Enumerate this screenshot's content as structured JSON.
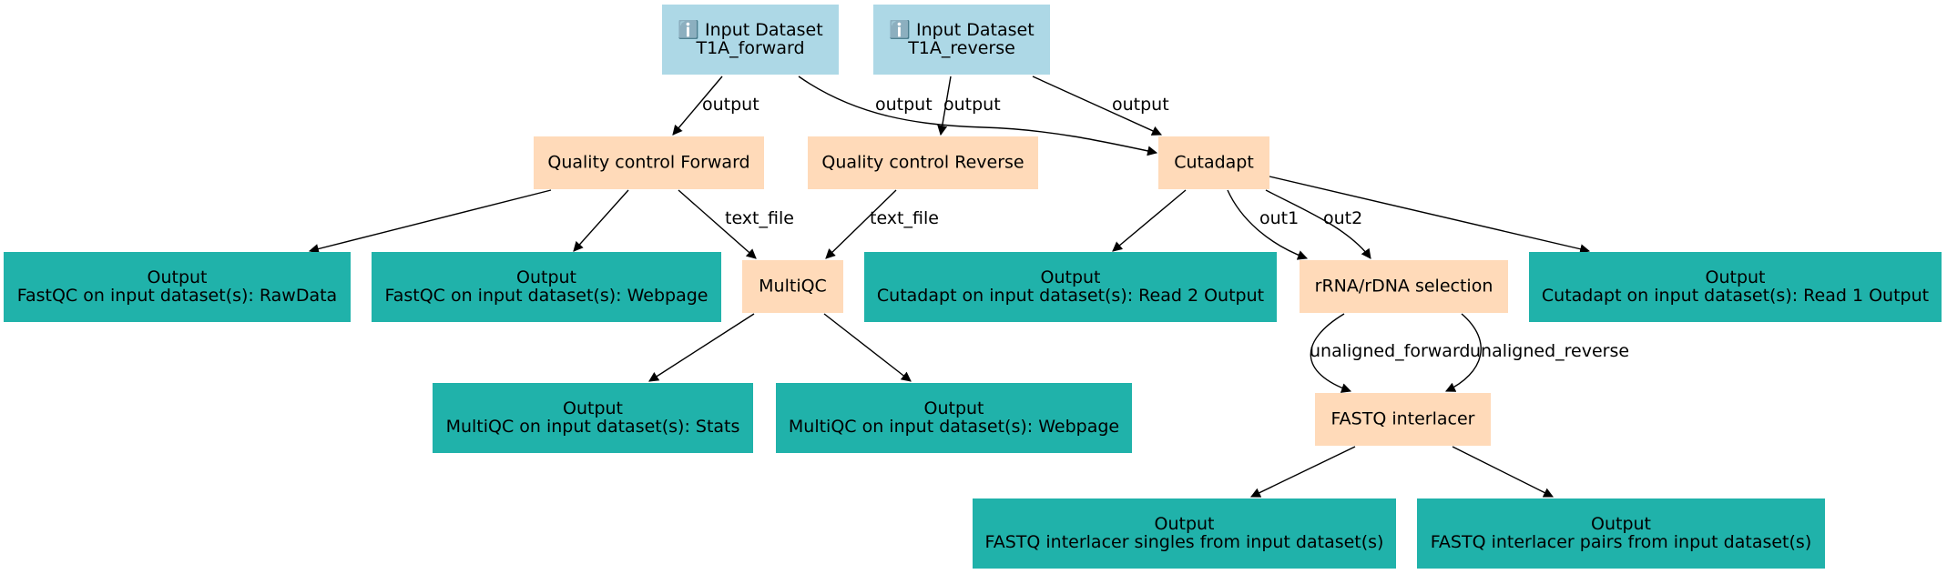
{
  "colors": {
    "input": "#add8e6",
    "step": "#ffdab9",
    "output": "#20b2aa",
    "edge": "#000000",
    "background": "#ffffff"
  },
  "nodes": {
    "input_forward": {
      "kind": "input",
      "icon": "info-icon",
      "icon_glyph": "ℹ️",
      "lines": [
        "Input Dataset",
        "T1A_forward"
      ]
    },
    "input_reverse": {
      "kind": "input",
      "icon": "info-icon",
      "icon_glyph": "ℹ️",
      "lines": [
        "Input Dataset",
        "T1A_reverse"
      ]
    },
    "qc_forward": {
      "kind": "step",
      "lines": [
        "Quality control Forward"
      ]
    },
    "qc_reverse": {
      "kind": "step",
      "lines": [
        "Quality control Reverse"
      ]
    },
    "cutadapt": {
      "kind": "step",
      "lines": [
        "Cutadapt"
      ]
    },
    "out_fastqc_raw": {
      "kind": "output",
      "lines": [
        "Output",
        "FastQC on input dataset(s): RawData"
      ]
    },
    "out_fastqc_web": {
      "kind": "output",
      "lines": [
        "Output",
        "FastQC on input dataset(s): Webpage"
      ]
    },
    "multiqc": {
      "kind": "step",
      "lines": [
        "MultiQC"
      ]
    },
    "out_cutadapt_r2": {
      "kind": "output",
      "lines": [
        "Output",
        "Cutadapt on input dataset(s): Read 2 Output"
      ]
    },
    "rrna": {
      "kind": "step",
      "lines": [
        "rRNA/rDNA selection"
      ]
    },
    "out_cutadapt_r1": {
      "kind": "output",
      "lines": [
        "Output",
        "Cutadapt on input dataset(s): Read 1 Output"
      ]
    },
    "out_multiqc_stats": {
      "kind": "output",
      "lines": [
        "Output",
        "MultiQC on input dataset(s): Stats"
      ]
    },
    "out_multiqc_web": {
      "kind": "output",
      "lines": [
        "Output",
        "MultiQC on input dataset(s): Webpage"
      ]
    },
    "fastq_interlacer": {
      "kind": "step",
      "lines": [
        "FASTQ interlacer"
      ]
    },
    "out_interlacer_singles": {
      "kind": "output",
      "lines": [
        "Output",
        "FASTQ interlacer singles from input dataset(s)"
      ]
    },
    "out_interlacer_pairs": {
      "kind": "output",
      "lines": [
        "Output",
        "FASTQ interlacer pairs from input dataset(s)"
      ]
    }
  },
  "edges": {
    "e_inF_qcF": {
      "from": "input_forward",
      "to": "qc_forward",
      "label": "output"
    },
    "e_inF_cut": {
      "from": "input_forward",
      "to": "cutadapt",
      "label": "output"
    },
    "e_inR_qcR": {
      "from": "input_reverse",
      "to": "qc_reverse",
      "label": "output"
    },
    "e_inR_cut": {
      "from": "input_reverse",
      "to": "cutadapt",
      "label": "output"
    },
    "e_qcF_raw": {
      "from": "qc_forward",
      "to": "out_fastqc_raw",
      "label": ""
    },
    "e_qcF_web": {
      "from": "qc_forward",
      "to": "out_fastqc_web",
      "label": ""
    },
    "e_qcF_mqc": {
      "from": "qc_forward",
      "to": "multiqc",
      "label": "text_file"
    },
    "e_qcR_mqc": {
      "from": "qc_reverse",
      "to": "multiqc",
      "label": "text_file"
    },
    "e_cut_r2": {
      "from": "cutadapt",
      "to": "out_cutadapt_r2",
      "label": ""
    },
    "e_cut_rrna1": {
      "from": "cutadapt",
      "to": "rrna",
      "label": "out1"
    },
    "e_cut_rrna2": {
      "from": "cutadapt",
      "to": "rrna",
      "label": "out2"
    },
    "e_cut_r1": {
      "from": "cutadapt",
      "to": "out_cutadapt_r1",
      "label": ""
    },
    "e_mqc_stats": {
      "from": "multiqc",
      "to": "out_multiqc_stats",
      "label": ""
    },
    "e_mqc_web": {
      "from": "multiqc",
      "to": "out_multiqc_web",
      "label": ""
    },
    "e_rrna_fi1": {
      "from": "rrna",
      "to": "fastq_interlacer",
      "label": "unaligned_forward"
    },
    "e_rrna_fi2": {
      "from": "rrna",
      "to": "fastq_interlacer",
      "label": "unaligned_reverse"
    },
    "e_fi_singles": {
      "from": "fastq_interlacer",
      "to": "out_interlacer_singles",
      "label": ""
    },
    "e_fi_pairs": {
      "from": "fastq_interlacer",
      "to": "out_interlacer_pairs",
      "label": ""
    }
  }
}
